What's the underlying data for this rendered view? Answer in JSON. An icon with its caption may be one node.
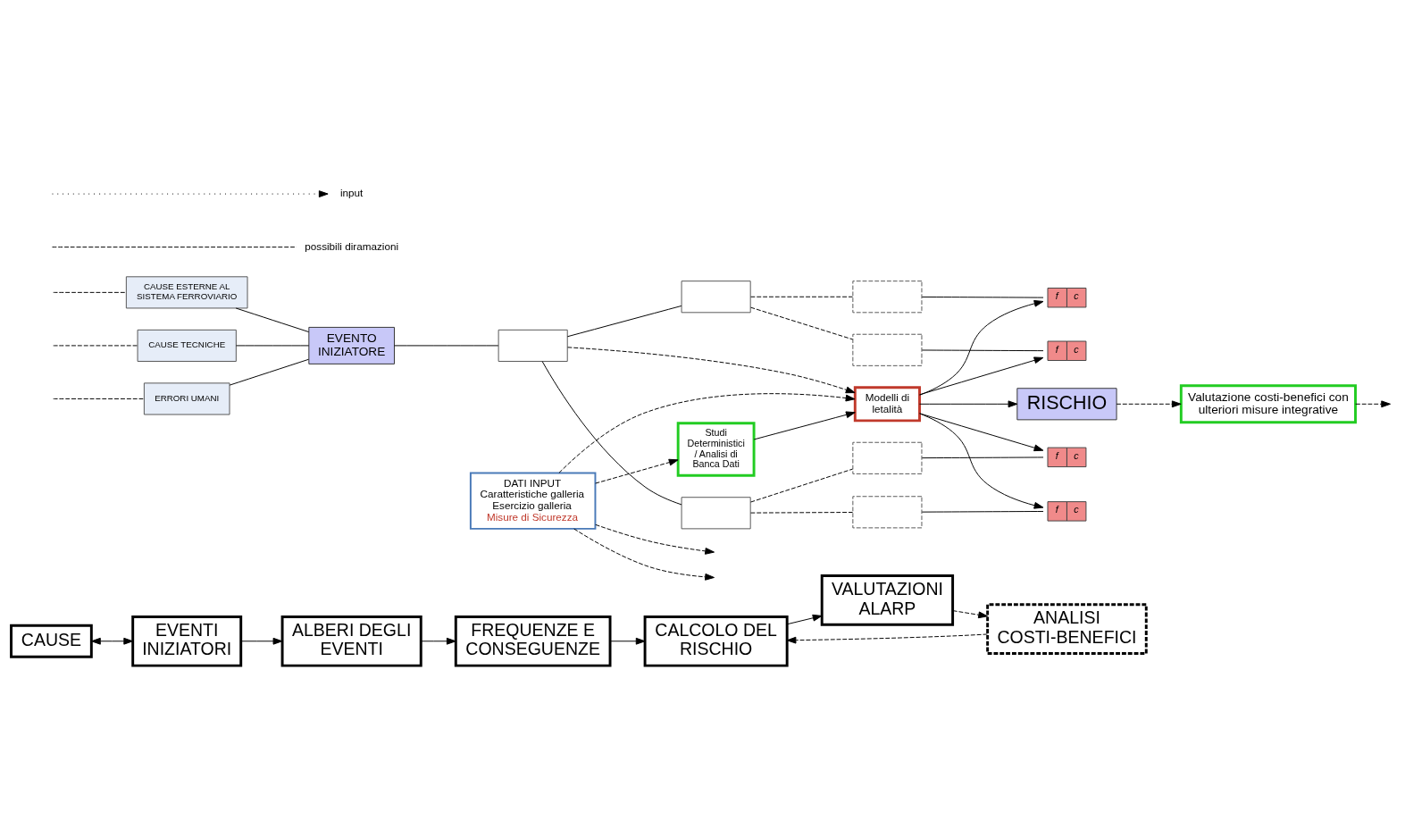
{
  "diagram": {
    "nodes": [
      {
        "text": [
          "CAUSE"
        ]
      },
      {
        "text": [
          "EVENTI INIZIATORI"
        ]
      },
      {
        "text": [
          "ALBERI DEGLI EVENTI"
        ]
      },
      {
        "text": [
          "FREQUENZE E CONSEGUENZE"
        ]
      },
      {
        "text": [
          "CALCOLO DEL RISCHIO"
        ]
      },
      {
        "text": [
          "VALUTAZIONI ALARP"
        ]
      },
      {
        "text": [
          "ANALISI COSTI-BENEFICI"
        ]
      },
      {
        "text": [
          "CAUSE ESTERNE AL SISTEMA FERROVIARIO"
        ]
      },
      {
        "text": [
          "CAUSE TECNICHE"
        ]
      },
      {
        "text": [
          "ERRORI UMANI"
        ]
      },
      {
        "text": [
          "EVENTO INIZIATORE"
        ]
      },
      {
        "text": [],
        "shape": "box"
      },
      {
        "text": [],
        "shape": "box"
      },
      {
        "text": [],
        "shape": "box"
      },
      {
        "text": [],
        "shape": "box"
      },
      {
        "text": [],
        "shape": "box"
      },
      {
        "text": [],
        "shape": "box"
      },
      {
        "text": [],
        "shape": "box"
      },
      {
        "text": [
          "f",
          "c"
        ]
      },
      {
        "text": [
          "f",
          "c"
        ]
      },
      {
        "text": [
          "f",
          "c"
        ]
      },
      {
        "text": [
          "f",
          "c"
        ]
      },
      {
        "text": [
          "RISCHIO"
        ]
      },
      {
        "text": [
          "DATI INPUT",
          "Caratteristiche galleria",
          "Esercizio galleria",
          "Misure di Sicurezza"
        ]
      },
      {
        "text": [
          "Modelli di letalità"
        ]
      },
      {
        "text": [
          "Valutazione costi-benefici con ulteriori misure integrative"
        ]
      },
      {
        "text": [
          "Studi Deterministici / Analisi di Banca Dati"
        ]
      }
    ],
    "edges": [
      {
        "from": 0,
        "to": 1,
        "arrow": "both"
      },
      {
        "from": 1,
        "to": 2,
        "arrow": "to"
      },
      {
        "from": 2,
        "to": 3,
        "arrow": "to"
      },
      {
        "from": 3,
        "to": 4,
        "arrow": "to"
      },
      {
        "from": 4,
        "to": 5,
        "arrow": "to"
      },
      {
        "from": 5,
        "to": 6,
        "arrow": "to",
        "style": "dashed"
      },
      {
        "from": 6,
        "to": 4,
        "arrow": "to",
        "style": "dashed"
      },
      {
        "from": null,
        "to": 7,
        "arrow": "none",
        "style": "dashed"
      },
      {
        "from": null,
        "to": 8,
        "arrow": "none",
        "style": "dashed"
      },
      {
        "from": null,
        "to": 9,
        "arrow": "none",
        "style": "dashed"
      },
      {
        "from": 7,
        "to": 10,
        "arrow": "none"
      },
      {
        "from": 8,
        "to": 10,
        "arrow": "none"
      },
      {
        "from": 9,
        "to": 10,
        "arrow": "none"
      },
      {
        "from": 10,
        "to": 11,
        "arrow": "none"
      },
      {
        "from": 11,
        "to": 12,
        "arrow": "none"
      },
      {
        "from": 11,
        "to": 13,
        "arrow": "none"
      },
      {
        "from": 12,
        "to": 14,
        "arrow": "none",
        "style": "dashed"
      },
      {
        "from": 12,
        "to": 15,
        "arrow": "none",
        "style": "dashed"
      },
      {
        "from": 13,
        "to": 16,
        "arrow": "none",
        "style": "dashed"
      },
      {
        "from": 13,
        "to": 17,
        "arrow": "none",
        "style": "dashed"
      },
      {
        "from": 14,
        "to": 18,
        "arrow": "none"
      },
      {
        "from": 15,
        "to": 19,
        "arrow": "none"
      },
      {
        "from": 16,
        "to": 20,
        "arrow": "none"
      },
      {
        "from": 17,
        "to": 21,
        "arrow": "none"
      },
      {
        "from": 24,
        "to": 18,
        "arrow": "to"
      },
      {
        "from": 24,
        "to": 19,
        "arrow": "to"
      },
      {
        "from": 24,
        "to": 20,
        "arrow": "to"
      },
      {
        "from": 24,
        "to": 21,
        "arrow": "to"
      },
      {
        "from": 24,
        "to": 22,
        "arrow": "to"
      },
      {
        "from": 22,
        "to": 25,
        "arrow": "to",
        "style": "dashed"
      },
      {
        "from": 25,
        "to": null,
        "arrow": "to",
        "style": "dashed"
      },
      {
        "from": 11,
        "to": 24,
        "arrow": "to",
        "style": "dashed"
      },
      {
        "from": 23,
        "to": 24,
        "arrow": "to",
        "style": "dashed"
      },
      {
        "from": 23,
        "to": 26,
        "arrow": "to",
        "style": "dashed"
      },
      {
        "from": 26,
        "to": 24,
        "arrow": "to"
      },
      {
        "from": 23,
        "to": null,
        "arrow": "to",
        "style": "dashed"
      },
      {
        "from": 23,
        "to": null,
        "arrow": "to",
        "style": "dashed"
      }
    ],
    "legend": [
      {
        "text": "input"
      },
      {
        "text": "possibili diramazioni"
      }
    ]
  }
}
